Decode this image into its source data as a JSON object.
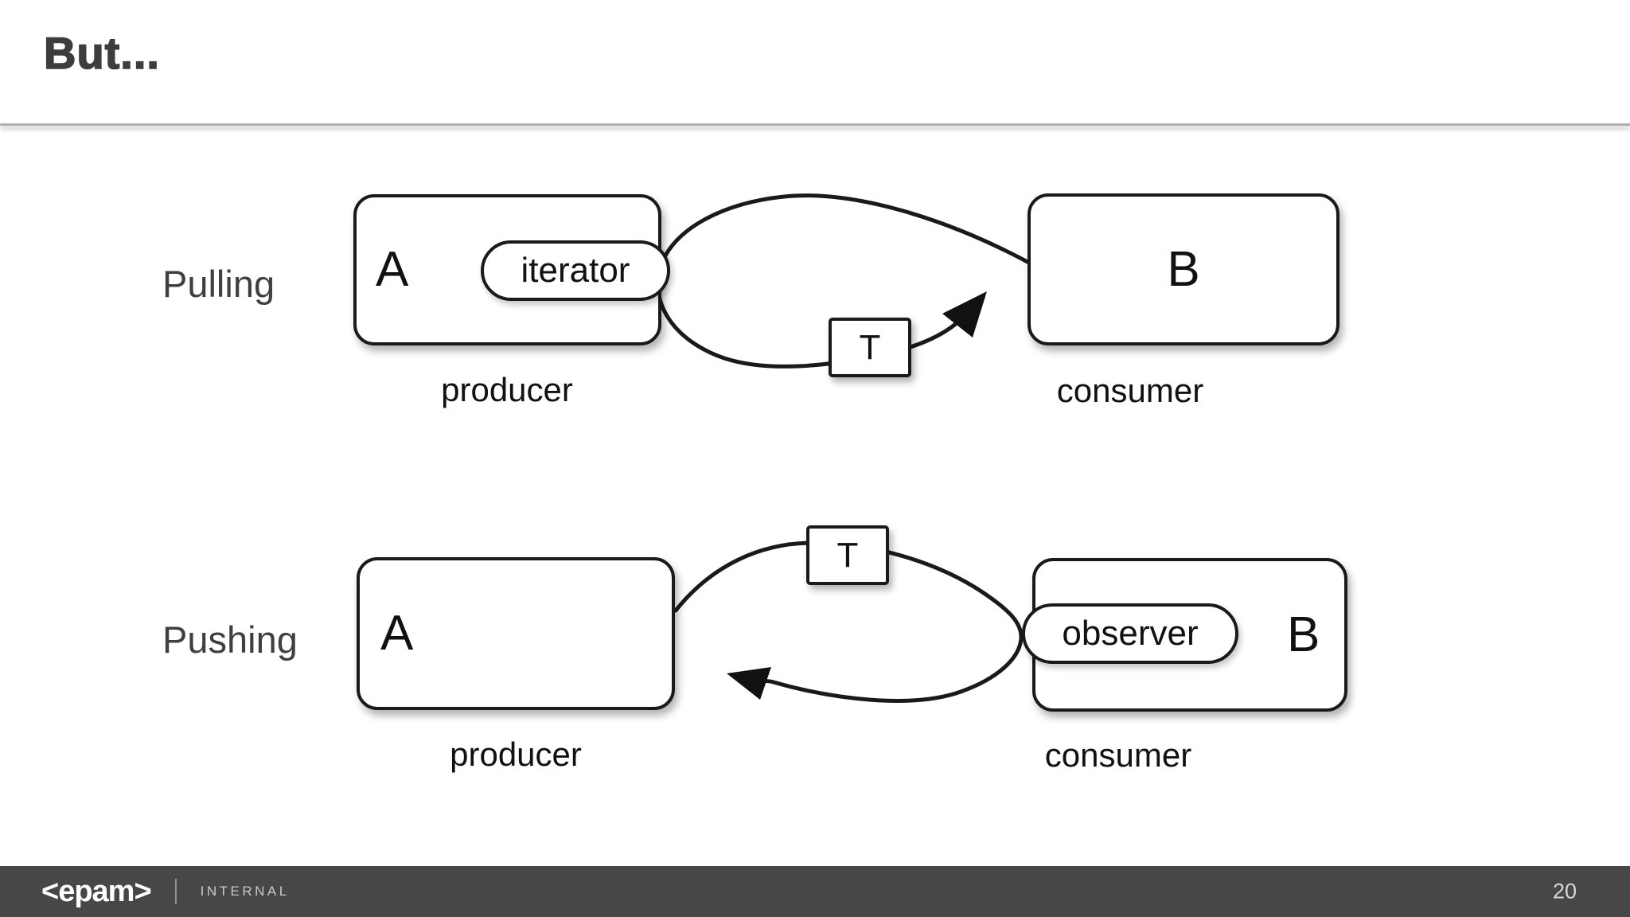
{
  "slide": {
    "title": "But..."
  },
  "diagrams": {
    "pulling": {
      "label": "Pulling",
      "producer_letter": "A",
      "producer_inner": "iterator",
      "producer_caption": "producer",
      "consumer_letter": "B",
      "consumer_caption": "consumer",
      "payload": "T"
    },
    "pushing": {
      "label": "Pushing",
      "producer_letter": "A",
      "producer_caption": "producer",
      "consumer_letter": "B",
      "consumer_inner": "observer",
      "consumer_caption": "consumer",
      "payload": "T"
    }
  },
  "footer": {
    "logo": "<epam>",
    "label": "INTERNAL",
    "page_number": "20"
  },
  "colors": {
    "stroke": "#1a1a1a",
    "title": "#3d3d3d",
    "row_label": "#3f3f3f",
    "footer_bar": "#474747",
    "footer_text": "#c9c9c9",
    "background": "#ffffff"
  }
}
